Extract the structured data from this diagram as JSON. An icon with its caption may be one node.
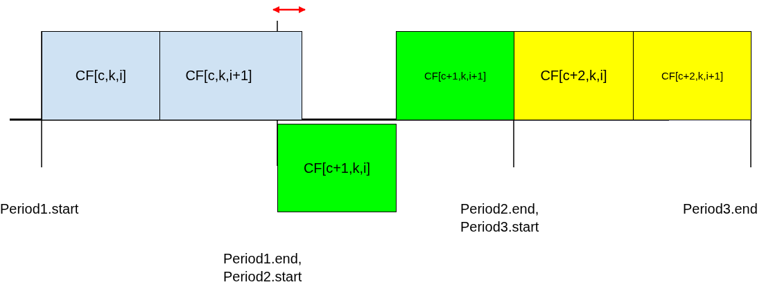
{
  "diagram": {
    "nodes": [
      {
        "text": [
          "CF[c,k,i]"
        ]
      },
      {
        "text": [
          "CF[c,k,i+1]"
        ]
      },
      {
        "text": [
          "CF[c+1,k,i]"
        ]
      },
      {
        "text": [
          "CF[c+1,k,i+1]"
        ]
      },
      {
        "text": [
          "CF[c+2,k,i]"
        ]
      },
      {
        "text": [
          "CF[c+2,k,i+1]"
        ]
      }
    ],
    "labels": [
      "Period1.start",
      "Period2.end, Period3.start",
      "Period3.end",
      "Period1.end, Period2.start"
    ]
  }
}
